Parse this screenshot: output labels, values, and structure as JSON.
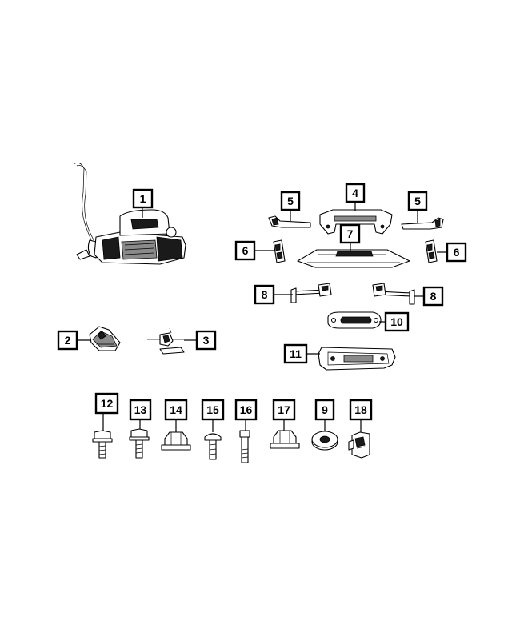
{
  "callouts": {
    "c1": "1",
    "c2": "2",
    "c3": "3",
    "c4": "4",
    "c5a": "5",
    "c5b": "5",
    "c6a": "6",
    "c6b": "6",
    "c7": "7",
    "c8a": "8",
    "c8b": "8",
    "c9": "9",
    "c10": "10",
    "c11": "11",
    "c12": "12",
    "c13": "13",
    "c14": "14",
    "c15": "15",
    "c16": "16",
    "c17": "17",
    "c18": "18"
  }
}
